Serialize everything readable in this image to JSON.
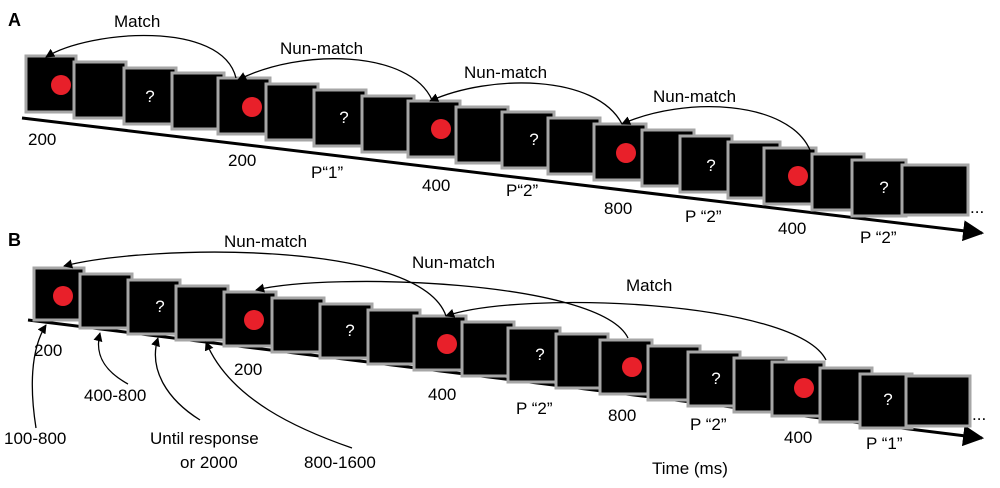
{
  "panels": [
    {
      "id": "A",
      "label": "A",
      "arcs": [
        {
          "label": "Match"
        },
        {
          "label": "Nun-match"
        },
        {
          "label": "Nun-match"
        },
        {
          "label": "Nun-match"
        }
      ],
      "durations": [
        "200",
        "200",
        "400",
        "800",
        "400"
      ],
      "probes": [
        "P“1”",
        "P“2”",
        "P “2”",
        "P “2”"
      ],
      "ellipsis": "..."
    },
    {
      "id": "B",
      "label": "B",
      "arcs": [
        {
          "label": "Nun-match"
        },
        {
          "label": "Nun-match"
        },
        {
          "label": "Match"
        }
      ],
      "durations": [
        "200",
        "200",
        "400",
        "800",
        "400"
      ],
      "probes": [
        "P “2”",
        "P “2”",
        "P “1”"
      ],
      "timings": [
        "100-800",
        "400-800",
        "Until response",
        "or 2000",
        "800-1600"
      ],
      "ellipsis": "...",
      "axis_label": "Time (ms)"
    }
  ],
  "colors": {
    "stimulus": "#e8202a",
    "frame_fill": "#000000",
    "frame_border": "#a6a6a6",
    "line": "#000000"
  }
}
